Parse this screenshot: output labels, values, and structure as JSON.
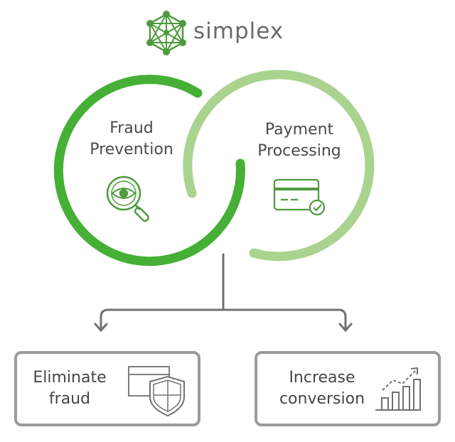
{
  "brand": {
    "name": "simplex",
    "logo_icon": "network-hexagon-logo-icon"
  },
  "circles": {
    "left": {
      "line1": "Fraud",
      "line2": "Prevention",
      "icon": "magnifier-eye-icon"
    },
    "right": {
      "line1": "Payment",
      "line2": "Processing",
      "icon": "credit-card-check-icon"
    }
  },
  "outcomes": [
    {
      "line1": "Eliminate",
      "line2": "fraud",
      "icon": "window-shield-icon"
    },
    {
      "line1": "Increase",
      "line2": "conversion",
      "icon": "bar-chart-growth-icon"
    }
  ],
  "colors": {
    "dark_green": "#45b035",
    "light_green": "#a9d38e",
    "icon_green": "#4e9a3c",
    "gray": "#707070",
    "box_border": "#9b9b9b"
  }
}
